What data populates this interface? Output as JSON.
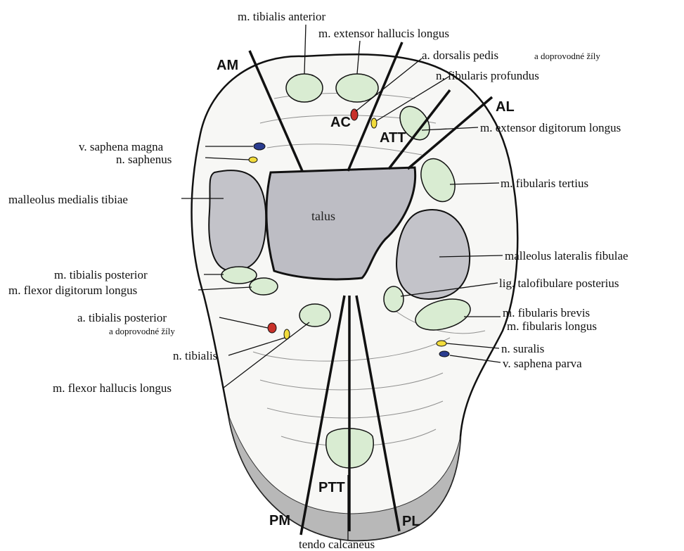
{
  "colors": {
    "muscle": "#d9ecd2",
    "bone": "#c3c3c9",
    "talus": "#bdbdc4",
    "artery": "#c8312a",
    "nerve": "#f2dc3c",
    "vein": "#2a3c8f",
    "skin": "#f7f7f5",
    "heel_shade": "#b8b8b8"
  },
  "labels": {
    "tibialis_anterior": "m. tibialis anterior",
    "extensor_hallucis_longus": "m. extensor hallucis longus",
    "dorsalis_pedis": "a. dorsalis pedis",
    "dorsalis_pedis_sub": "a doprovodné žíly",
    "fibularis_profundus": "n. fibularis profundus",
    "extensor_digitorum_longus": "m. extensor digitorum longus",
    "saphena_magna": "v. saphena magna",
    "saphenus": "n. saphenus",
    "malleolus_medialis": "malleolus medialis tibiae",
    "fibularis_tertius": "m. fibularis tertius",
    "talus": "talus",
    "malleolus_lateralis": "malleolus lateralis fibulae",
    "tibialis_posterior": "m. tibialis posterior",
    "flexor_digitorum_longus": "m. flexor digitorum longus",
    "lig_talofibulare": "lig. talofibulare posterius",
    "tibialis_posterior_artery": "a. tibialis posterior",
    "tibialis_posterior_artery_sub": "a doprovodné žíly",
    "fibularis_brevis": "m. fibularis brevis",
    "fibularis_longus": "m. fibularis longus",
    "tibialis_nerve": "n. tibialis",
    "suralis": "n. suralis",
    "saphena_parva": "v. saphena parva",
    "flexor_hallucis_longus": "m. flexor hallucis longus",
    "tendo_calcaneus": "tendo calcaneus"
  },
  "portals": {
    "AM": "AM",
    "AC": "AC",
    "ATT": "ATT",
    "AL": "AL",
    "PTT": "PTT",
    "PM": "PM",
    "PL": "PL"
  }
}
